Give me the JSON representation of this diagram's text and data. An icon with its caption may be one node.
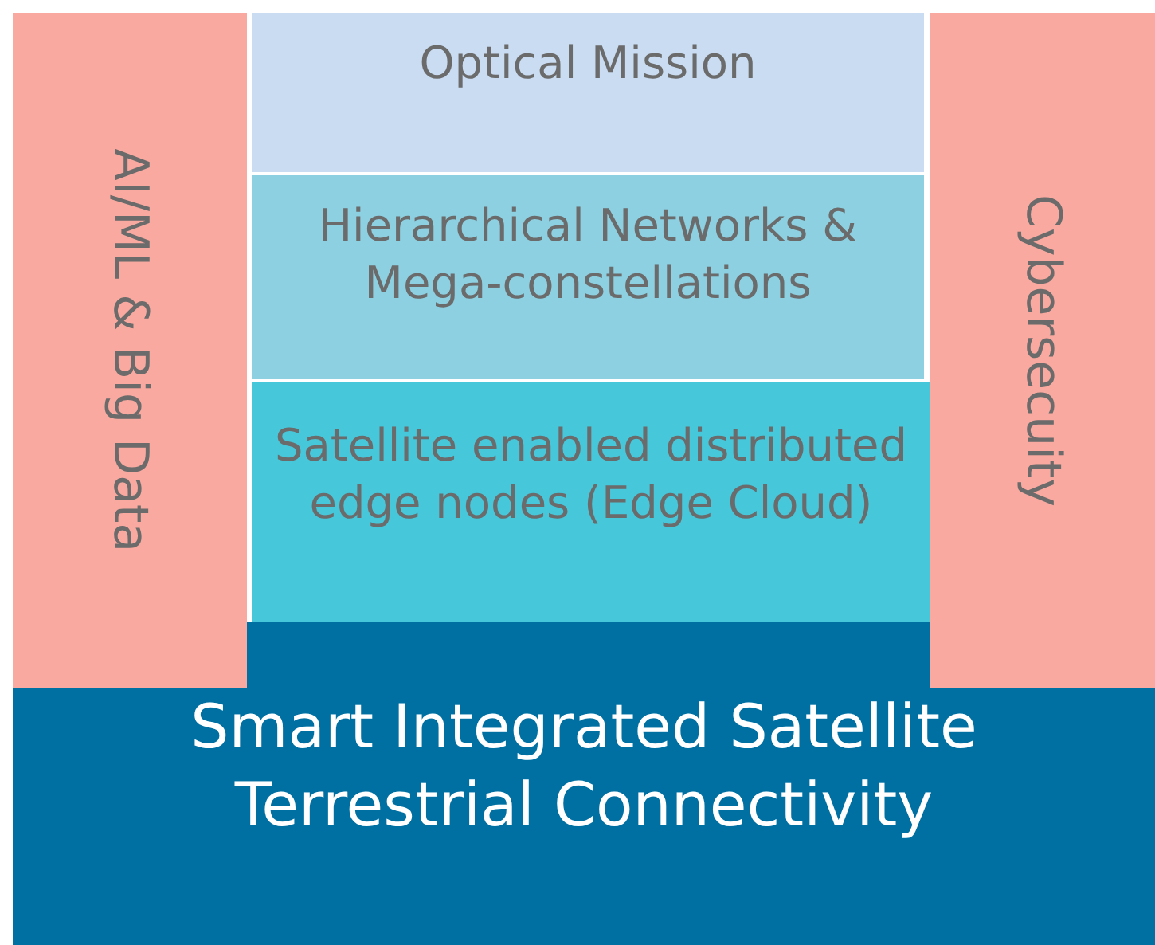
{
  "diagram": {
    "nodes": [
      {
        "text": [
          "Smart Integrated Satellite Terrestrial Connectivity"
        ]
      },
      {
        "text": [
          "AI/ML & Big Data"
        ]
      },
      {
        "text": [
          "Optical Mission"
        ]
      },
      {
        "text": [
          "Hierarchical Networks & Mega-constellations"
        ]
      },
      {
        "text": [
          "Satellite enabled distributed edge nodes (Edge Cloud)"
        ]
      },
      {
        "text": [
          "Cybersecuity"
        ]
      }
    ]
  }
}
